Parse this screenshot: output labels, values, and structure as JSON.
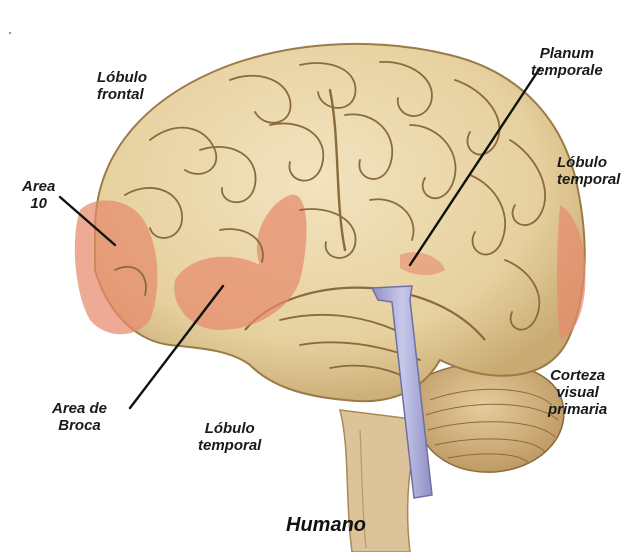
{
  "caption": "Humano",
  "labels": {
    "lobulo_frontal": [
      "Lóbulo",
      "frontal"
    ],
    "planum_temporale": [
      "Planum",
      "temporale"
    ],
    "lobulo_temporal_right": [
      "Lóbulo",
      "temporal"
    ],
    "area_10": [
      "Area",
      "10"
    ],
    "area_broca": [
      "Area de",
      "Broca"
    ],
    "lobulo_temporal_bottom": [
      "Lóbulo",
      "temporal"
    ],
    "corteza_visual": [
      "Corteza",
      "visual",
      "primaria"
    ]
  },
  "colors": {
    "cortex": "#e9d6a8",
    "cortex_shadow": "#c9aa72",
    "sulcus": "#8a6b3c",
    "highlight": "#e68a6c",
    "cerebellum": "#d8b98a",
    "brainstem": "#ddc7a0",
    "probe": "#a9aad6"
  }
}
